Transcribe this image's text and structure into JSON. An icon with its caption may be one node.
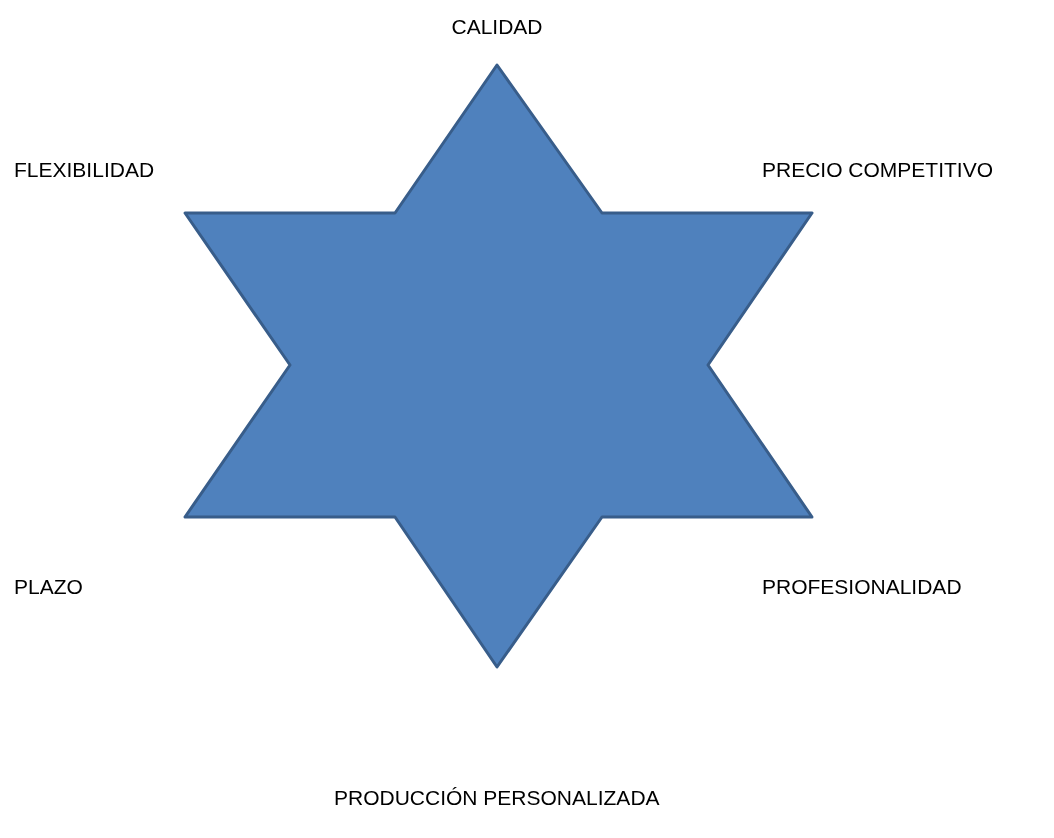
{
  "diagram": {
    "labels": [
      "CALIDAD",
      "FLEXIBILIDAD",
      "PRECIO COMPETITIVO",
      "PLAZO",
      "PROFESIONALIDAD",
      "PRODUCCIÓN PERSONALIZADA"
    ]
  }
}
